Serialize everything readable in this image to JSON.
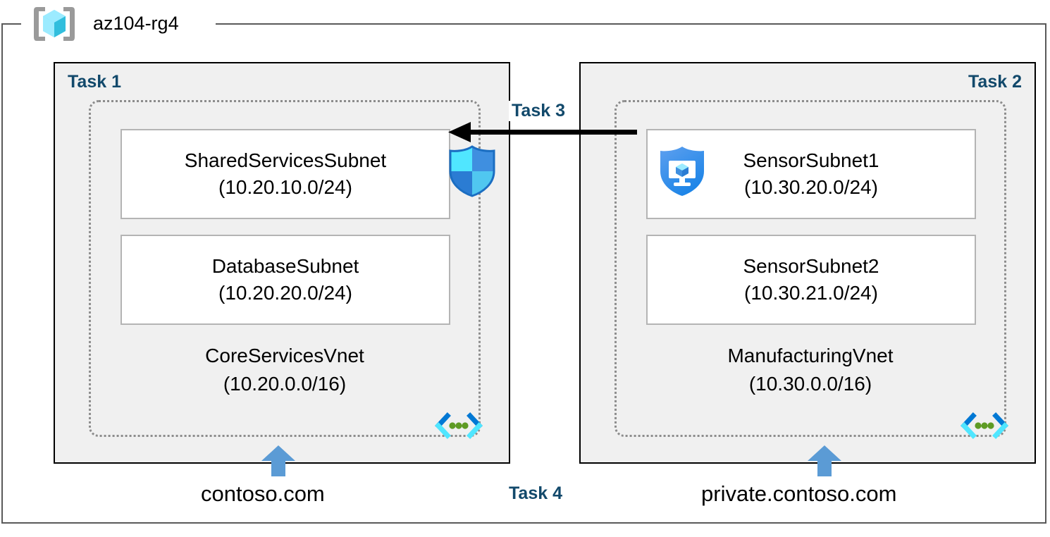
{
  "resource_group": {
    "name": "az104-rg4",
    "icon": "resource-group-cube-icon",
    "border_color": "#5a5a5a"
  },
  "theme": {
    "task_label_color": "#12496b",
    "panel_fill": "#f0f0f0",
    "panel_border": "#000000",
    "vnet_border": "#8c8c8c",
    "subnet_border": "#b4b4b4",
    "arrow_blue": "#5b9bd5",
    "arrow_black": "#000000"
  },
  "panels": [
    {
      "task_label": "Task 1",
      "label_align": "left",
      "vnet": {
        "name": "CoreServicesVnet",
        "cidr": "(10.20.0.0/16)",
        "icon": "virtual-network-icon"
      },
      "subnets": [
        {
          "name": "SharedServicesSubnet",
          "cidr": "(10.20.10.0/24)"
        },
        {
          "name": "DatabaseSubnet",
          "cidr": "(10.20.20.0/24)"
        }
      ],
      "icon": "firewall-shield-icon",
      "dns": {
        "label": "contoso.com",
        "icon": "up-arrow-icon"
      }
    },
    {
      "task_label": "Task 2",
      "label_align": "right",
      "vnet": {
        "name": "ManufacturingVnet",
        "cidr": "(10.30.0.0/16)",
        "icon": "virtual-network-icon"
      },
      "subnets": [
        {
          "name": "SensorSubnet1",
          "cidr": "(10.30.20.0/24)"
        },
        {
          "name": "SensorSubnet2",
          "cidr": "(10.30.21.0/24)"
        }
      ],
      "icon": "defender-server-shield-icon",
      "dns": {
        "label": "private.contoso.com",
        "icon": "up-arrow-icon"
      }
    }
  ],
  "connections": {
    "peering": {
      "label": "Task 3",
      "direction": "right-to-left",
      "icon": "left-arrow-icon"
    },
    "dns_task": {
      "label": "Task 4"
    }
  }
}
